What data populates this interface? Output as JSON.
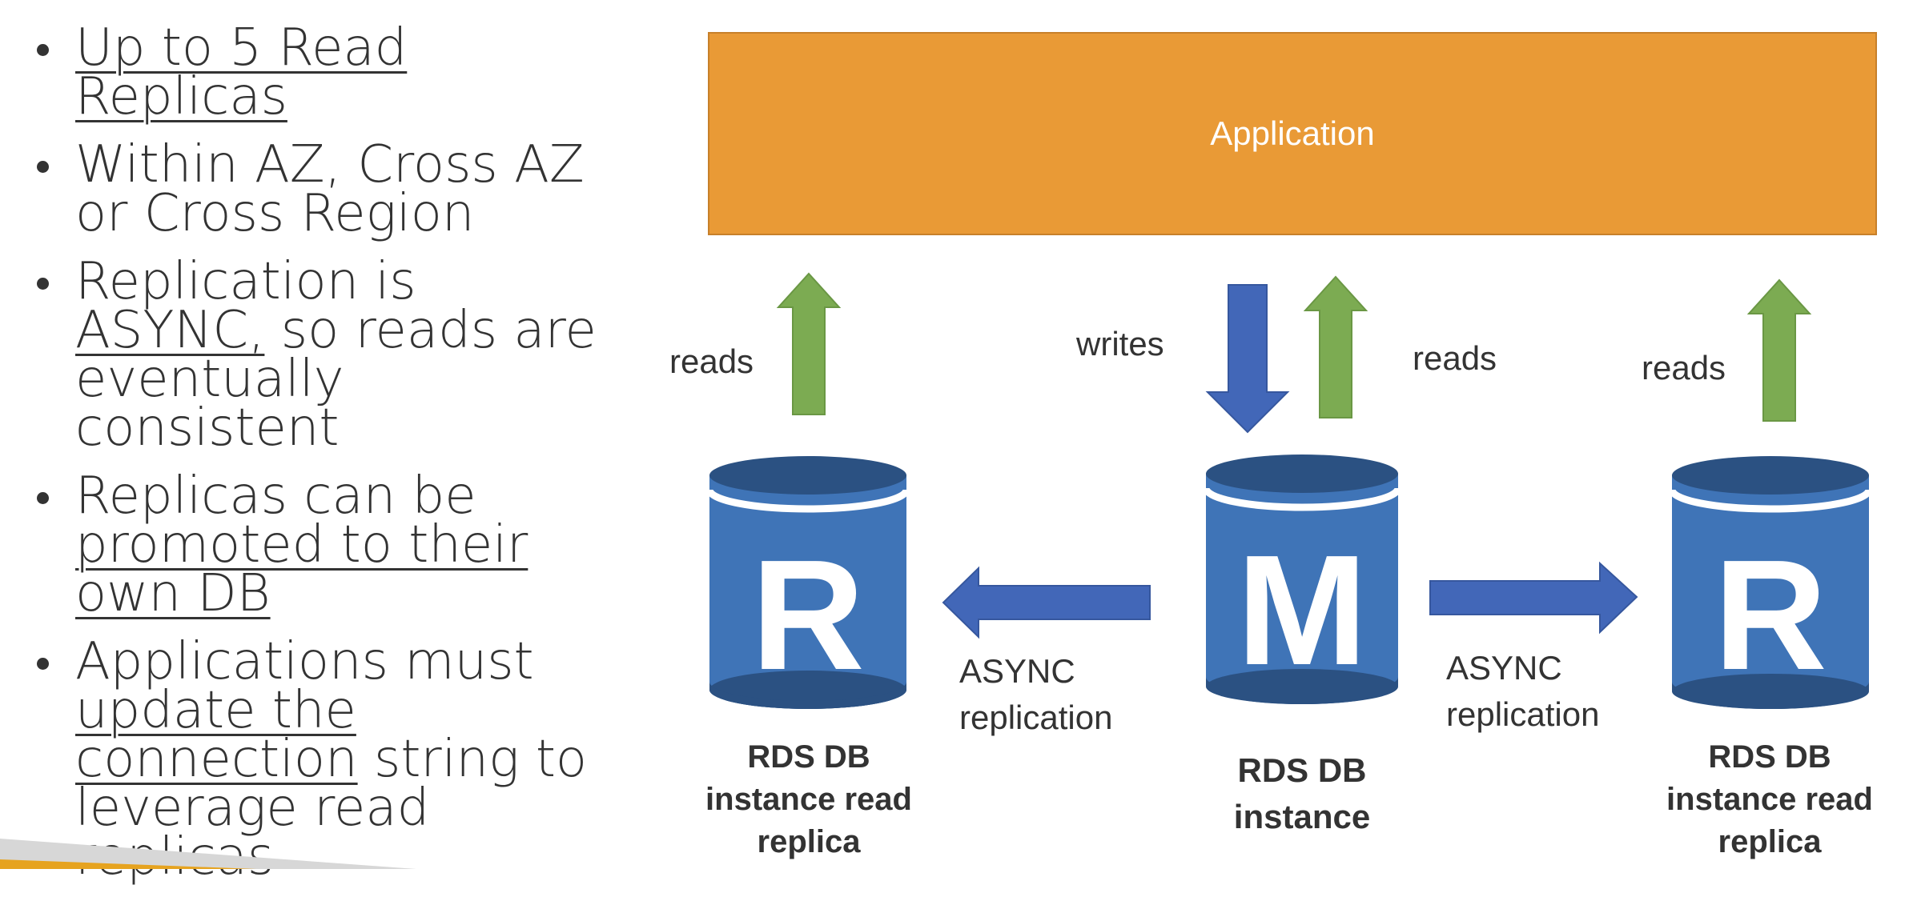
{
  "bullets": [
    {
      "text": "Up to 5 Read Replicas"
    },
    {
      "text": "Within AZ, Cross AZ or Cross Region"
    },
    {
      "pre": "Replication is ",
      "ul": "ASYNC,",
      "post": " so reads are eventually consistent"
    },
    {
      "pre": "Replicas can be ",
      "ul": "promoted to their own DB"
    },
    {
      "pre": "Applications must ",
      "ul": "update the connection",
      "post": " string to leverage read replicas"
    }
  ],
  "diagram": {
    "application_label": "Application",
    "left_replica": {
      "letter": "R",
      "label_line1": "RDS DB",
      "label_line2": "instance read",
      "label_line3": "replica",
      "flow_label": "reads"
    },
    "master": {
      "letter": "M",
      "label_line1": "RDS DB",
      "label_line2": "instance",
      "writes_label": "writes",
      "reads_label": "reads"
    },
    "right_replica": {
      "letter": "R",
      "label_line1": "RDS DB",
      "label_line2": "instance read",
      "label_line3": "replica",
      "flow_label": "reads"
    },
    "left_replication": {
      "line1": "ASYNC",
      "line2": "replication"
    },
    "right_replication": {
      "line1": "ASYNC",
      "line2": "replication"
    }
  },
  "colors": {
    "application": "#E99A36",
    "db_blue": "#3F74B7",
    "db_dark": "#2B5182",
    "write_arrow": "#4267B8",
    "read_arrow": "#7CAB52"
  }
}
